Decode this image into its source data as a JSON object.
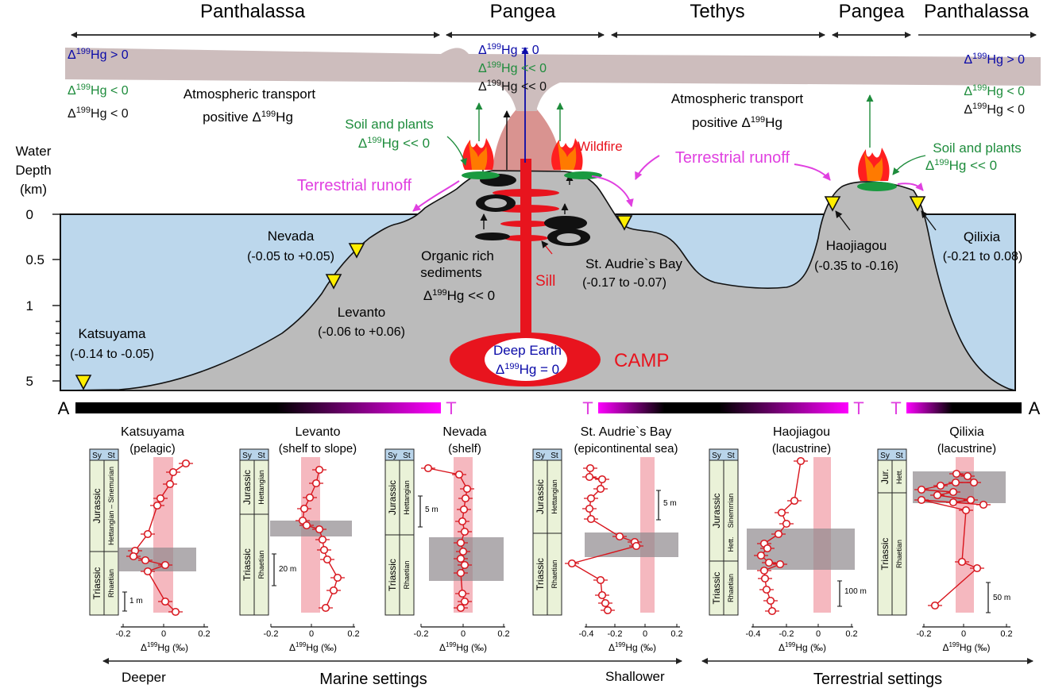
{
  "regions": {
    "panthalassa_left": "Panthalassa",
    "pangea_center": "Pangea",
    "tethys": "Tethys",
    "pangea_right": "Pangea",
    "panthalassa_right": "Panthalassa"
  },
  "hg": {
    "pos_left": "> 0",
    "neg_left_green": "< 0",
    "neg_left_black": "< 0",
    "center_blue": "= 0",
    "center_green": "<< 0",
    "center_black": "<< 0",
    "pos_right": "> 0",
    "neg_right_green": "< 0",
    "neg_right_black": "< 0"
  },
  "labels": {
    "atm_transport": "Atmospheric transport",
    "positive": "positive",
    "soil_plants": "Soil and plants",
    "wildfire": "Wildfire",
    "terrestrial_runoff": "Terrestrial runoff",
    "organic1": "Organic rich",
    "organic2": "sediments",
    "organic_hg": "<< 0",
    "sill": "Sill",
    "deep_earth": "Deep Earth",
    "deep_hg": "= 0",
    "camp": "CAMP",
    "water1": "Water",
    "water2": "Depth",
    "water3": "(km)",
    "hg_prefix": "Δ",
    "hg_mass": "199",
    "hg_el": "Hg",
    "A": "A",
    "T": "T"
  },
  "depth_ticks": [
    "0",
    "0.5",
    "1",
    "5"
  ],
  "sites": [
    {
      "name": "Katsuyama",
      "range": "(-0.14 to -0.05)"
    },
    {
      "name": "Nevada",
      "range": "(-0.05 to +0.05)"
    },
    {
      "name": "Levanto",
      "range": "(-0.06 to +0.06)"
    },
    {
      "name": "St. Audrie`s Bay",
      "range": "(-0.17 to -0.07)"
    },
    {
      "name": "Haojiagou",
      "range": "(-0.35 to -0.16)"
    },
    {
      "name": "Qilixia",
      "range": "(-0.21 to 0.08)"
    }
  ],
  "panels": [
    {
      "title": "Katsuyama",
      "setting": "(pelagic)",
      "ticks": [
        "-0.2",
        "0",
        "0.2"
      ],
      "upper": "Jurassic",
      "upper_stage": "Hettangian – Sinemurian",
      "lower": "Triassic",
      "lower_stage": "Rhaetian",
      "scale": "1 m"
    },
    {
      "title": "Levanto",
      "setting": "(shelf to slope)",
      "ticks": [
        "-0.2",
        "0",
        "0.2"
      ],
      "upper": "Jurassic",
      "upper_stage": "Hettangian",
      "lower": "Triassic",
      "lower_stage": "Rhaetian",
      "scale": "20 m"
    },
    {
      "title": "Nevada",
      "setting": "(shelf)",
      "ticks": [
        "-0.2",
        "0",
        "0.2"
      ],
      "upper": "Jurassic",
      "upper_stage": "Hettangian",
      "lower": "Triassic",
      "lower_stage": "Rhaetian",
      "scale": "5 m"
    },
    {
      "title": "St. Audrie`s Bay",
      "setting": "(epicontinental sea)",
      "ticks": [
        "-0.4",
        "-0.2",
        "0",
        "0.2"
      ],
      "upper": "Jurassic",
      "upper_stage": "Hettangian",
      "lower": "Triassic",
      "lower_stage": "Rhaetian",
      "scale": "5 m"
    },
    {
      "title": "Haojiagou",
      "setting": "(lacustrine)",
      "ticks": [
        "-0.4",
        "-0.2",
        "0",
        "0.2"
      ],
      "upper": "Jurassic",
      "upper_stage": "Sinemrrian",
      "mid_stage": "Hett.",
      "lower": "Triassic",
      "lower_stage": "Rhaetian",
      "scale": "100 m"
    },
    {
      "title": "Qilixia",
      "setting": "(lacustrine)",
      "ticks": [
        "-0.2",
        "0",
        "0.2"
      ],
      "upper": "Jur.",
      "upper_stage": "Hett.",
      "lower": "Triassic",
      "lower_stage": "Rhaetian",
      "scale": "50 m"
    }
  ],
  "col_headers": {
    "sy": "Sy",
    "st": "St"
  },
  "axis_unit": "(‰)",
  "bottom": {
    "deeper": "Deeper",
    "marine": "Marine settings",
    "shallower": "Shallower",
    "terrestrial": "Terrestrial settings"
  },
  "colors": {
    "sea": "#bcd7ec",
    "land": "#bcbcbc",
    "magma": "#e8141e",
    "hg_blue": "#0a0aa8",
    "hg_green": "#1e8c3c",
    "magenta": "#e040e0",
    "marker": "#ffee00",
    "pink_band": "#f2a0aa",
    "gray_band": "#a9a4a8",
    "data": "#d8141c"
  }
}
